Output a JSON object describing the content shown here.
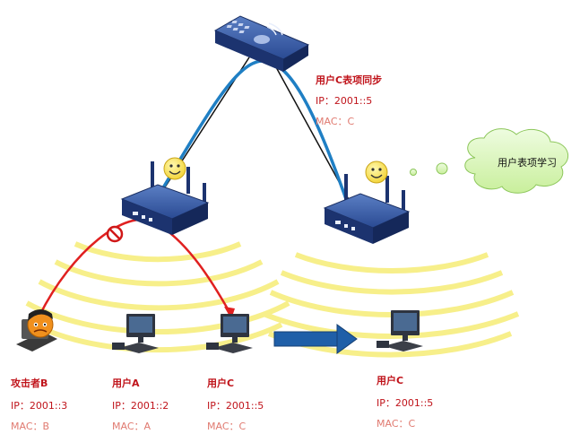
{
  "sync_note": {
    "title": "用户C表项同步",
    "ip": "IP：2001::5",
    "mac": "MAC：C"
  },
  "cloud": {
    "text": "用户表项学习"
  },
  "clients": [
    {
      "name": "攻击者B",
      "ip": "IP：2001::3",
      "mac": "MAC：B"
    },
    {
      "name": "用户A",
      "ip": "IP：2001::2",
      "mac": "MAC：A"
    },
    {
      "name": "用户C",
      "ip": "IP：2001::5",
      "mac": "MAC：C"
    },
    {
      "name": "用户C",
      "ip": "IP：2001::5",
      "mac": "MAC：C"
    }
  ],
  "colors": {
    "link_blue": "#1f7fc4",
    "attack_red": "#e02020",
    "signal_yellow": "#f7ef8a",
    "device_navy": "#1f3a78",
    "cloud_green": "#d8f5b0"
  },
  "icons": {
    "controller": "controller-icon",
    "access_point": "access-point-icon",
    "smiley": "smiley-icon",
    "blocked": "blocked-icon",
    "pc": "pc-icon",
    "attacker": "attacker-icon",
    "arrow": "move-arrow-icon"
  }
}
